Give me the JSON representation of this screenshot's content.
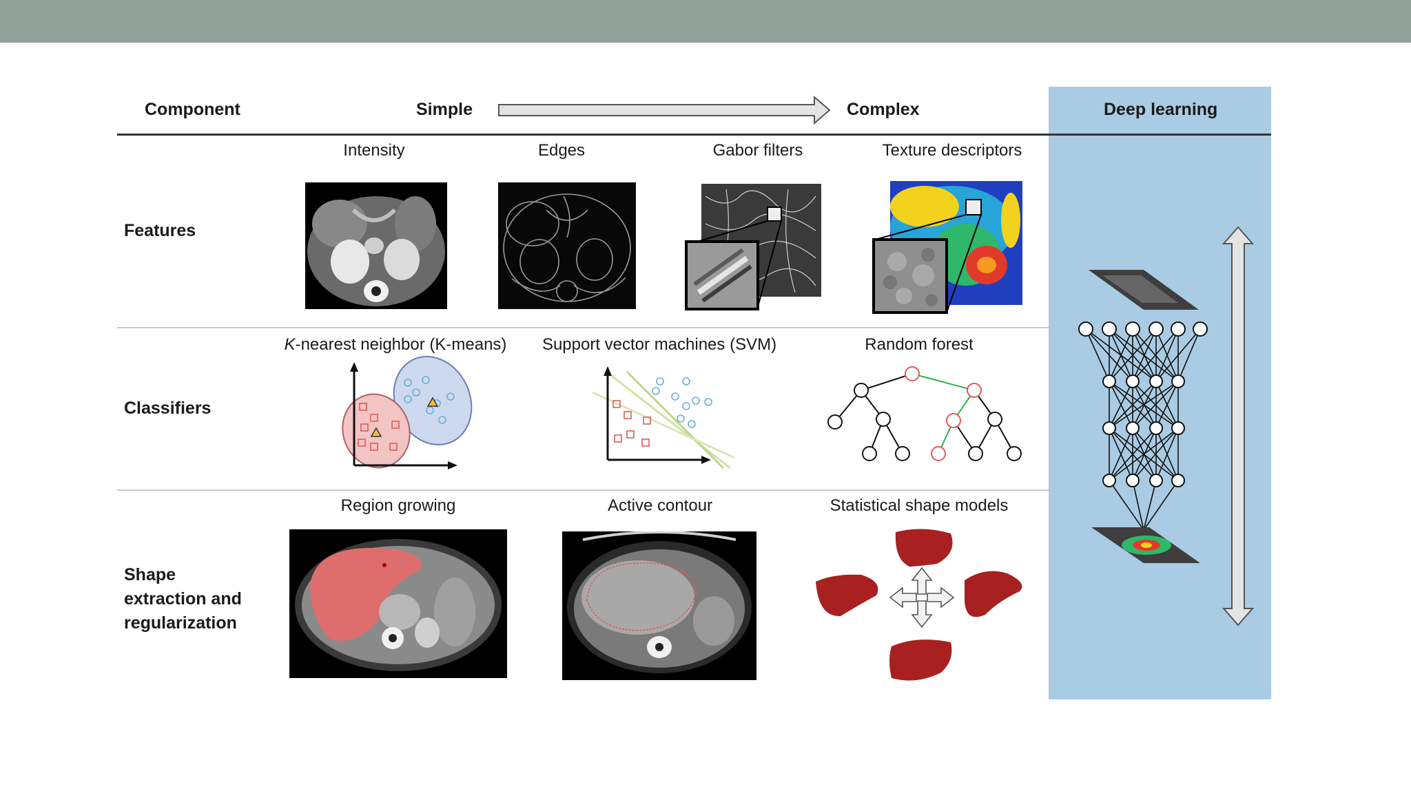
{
  "header": {
    "component": "Component",
    "simple": "Simple",
    "complex": "Complex",
    "deep_learning": "Deep learning"
  },
  "rows": {
    "features": "Features",
    "classifiers": "Classifiers",
    "shape_line1": "Shape",
    "shape_line2": "extraction and",
    "shape_line3": "regularization"
  },
  "features": {
    "intensity": "Intensity",
    "edges": "Edges",
    "gabor": "Gabor filters",
    "texture": "Texture descriptors"
  },
  "classifiers": {
    "knn_k": "K",
    "knn_rest": "-nearest neighbor (K-means)",
    "svm": "Support vector machines (SVM)",
    "rf": "Random forest"
  },
  "shape": {
    "region": "Region growing",
    "active": "Active contour",
    "ssm": "Statistical shape models"
  },
  "colors": {
    "topbar": "#93a29b",
    "deep_learning_panel": "#a9cbe3",
    "liver": "#a82020",
    "class_red": "#e05a5a",
    "class_blue": "#6aaed6"
  }
}
